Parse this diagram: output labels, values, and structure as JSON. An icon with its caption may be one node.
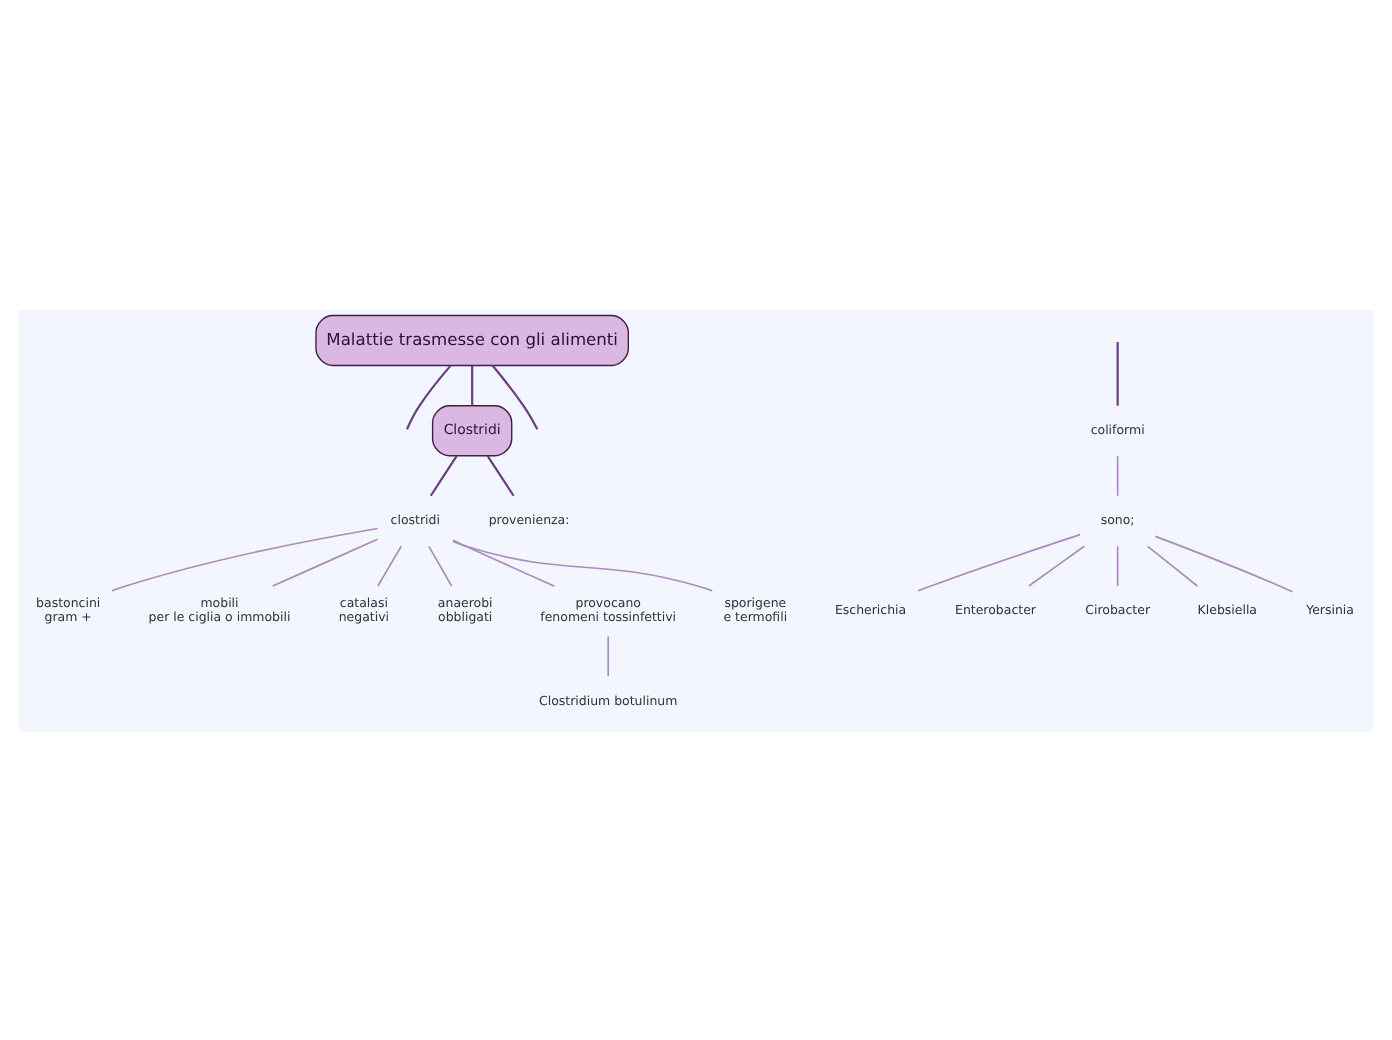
{
  "diagram": {
    "nodes": [
      {
        "text": [
          "Malattie trasmesse con gli alimenti"
        ]
      },
      {
        "text": [
          "Clostridi"
        ]
      },
      {
        "text": [
          "clostridi"
        ]
      },
      {
        "text": [
          "bastoncini gram +"
        ]
      },
      {
        "text": [
          "mobili per le ciglia o immobili"
        ]
      },
      {
        "text": [
          "catalasi negativi"
        ]
      },
      {
        "text": [
          "anaerobi obbligati"
        ]
      },
      {
        "text": [
          "provocano fenomeni tossinfettivi"
        ]
      },
      {
        "text": [
          "Clostridium botulinum"
        ]
      },
      {
        "text": [
          "sporigene e termofili"
        ]
      },
      {
        "text": [
          "provenienza:"
        ]
      },
      {
        "text": [
          "coliformi"
        ]
      },
      {
        "text": [
          "sono;"
        ]
      },
      {
        "text": [
          "Escherichia"
        ]
      },
      {
        "text": [
          "Enterobacter"
        ]
      },
      {
        "text": [
          "Cirobacter"
        ]
      },
      {
        "text": [
          "Klebsiella"
        ]
      },
      {
        "text": [
          "Yersinia"
        ]
      }
    ],
    "edges": [
      {
        "from": 0,
        "to": null,
        "arrow": "none"
      },
      {
        "from": 0,
        "to": 1,
        "arrow": "none"
      },
      {
        "from": 0,
        "to": null,
        "arrow": "none"
      },
      {
        "from": 1,
        "to": 2,
        "arrow": "none"
      },
      {
        "from": 2,
        "to": 3,
        "arrow": "none"
      },
      {
        "from": 2,
        "to": 4,
        "arrow": "none"
      },
      {
        "from": 2,
        "to": 5,
        "arrow": "none"
      },
      {
        "from": 2,
        "to": 6,
        "arrow": "none"
      },
      {
        "from": 2,
        "to": 7,
        "arrow": "none"
      },
      {
        "from": 7,
        "to": 8,
        "arrow": "none"
      },
      {
        "from": 2,
        "to": 9,
        "arrow": "none"
      },
      {
        "from": 1,
        "to": 10,
        "arrow": "none"
      },
      {
        "from": null,
        "to": 11,
        "arrow": "none"
      },
      {
        "from": 11,
        "to": 12,
        "arrow": "none"
      },
      {
        "from": 12,
        "to": 13,
        "arrow": "none"
      },
      {
        "from": 12,
        "to": 14,
        "arrow": "none"
      },
      {
        "from": 12,
        "to": 15,
        "arrow": "none"
      },
      {
        "from": 12,
        "to": 16,
        "arrow": "none"
      },
      {
        "from": 12,
        "to": 17,
        "arrow": "none"
      }
    ]
  }
}
